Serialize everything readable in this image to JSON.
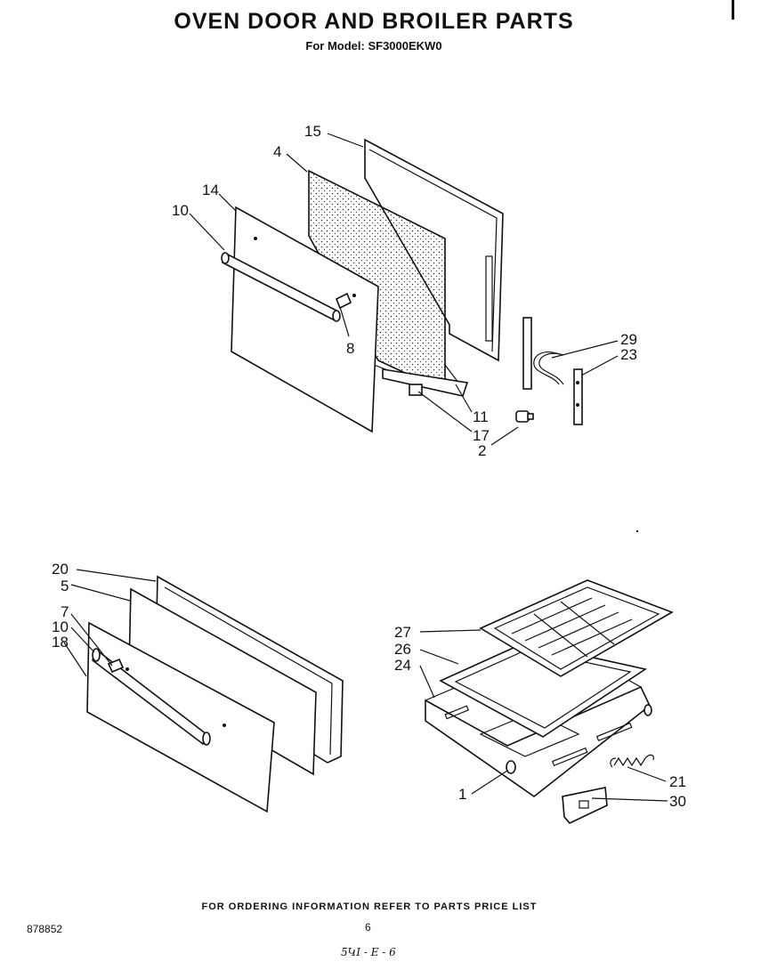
{
  "header": {
    "title": "OVEN DOOR AND BROILER PARTS",
    "subtitle": "For Model: SF3000EKW0"
  },
  "callouts": {
    "c15": "15",
    "c4": "4",
    "c14": "14",
    "c10a": "10",
    "c8": "8",
    "c29": "29",
    "c23": "23",
    "c11": "11",
    "c17": "17",
    "c2": "2",
    "c20": "20",
    "c5": "5",
    "c7": "7",
    "c10b": "10",
    "c18": "18",
    "c27": "27",
    "c26": "26",
    "c24": "24",
    "c1": "1",
    "c21": "21",
    "c30": "30"
  },
  "footer": {
    "ordering_note": "FOR ORDERING INFORMATION REFER TO PARTS PRICE LIST",
    "doc_number": "878852",
    "page_number": "6",
    "handwritten": "5ԿI - E - 6"
  }
}
